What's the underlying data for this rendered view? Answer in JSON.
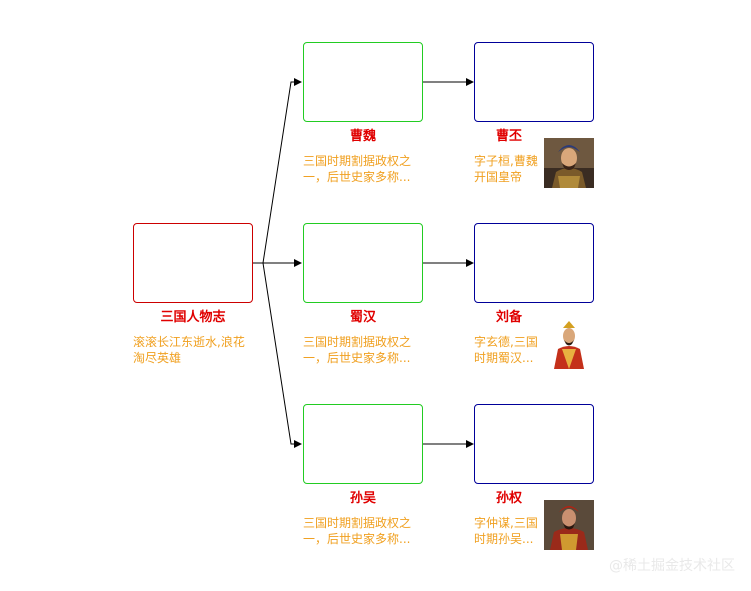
{
  "root": {
    "title": "三国人物志",
    "desc": "滚滚长江东逝水,浪花淘尽英雄"
  },
  "kingdoms": [
    {
      "title": "曹魏",
      "desc": "三国时期割据政权之一，后世史家多称..."
    },
    {
      "title": "蜀汉",
      "desc": "三国时期割据政权之一，后世史家多称..."
    },
    {
      "title": "孙吴",
      "desc": "三国时期割据政权之一，后世史家多称..."
    }
  ],
  "rulers": [
    {
      "title": "曹丕",
      "desc": "字子桓,曹魏开国皇帝",
      "portrait": "caopi-portrait-icon"
    },
    {
      "title": "刘备",
      "desc": "字玄德,三国时期蜀汉...",
      "portrait": "liubei-portrait-icon"
    },
    {
      "title": "孙权",
      "desc": "字仲谋,三国时期孙吴...",
      "portrait": "sunquan-portrait-icon"
    }
  ],
  "watermark": "@稀土掘金技术社区",
  "colors": {
    "root_border": "#cc0000",
    "kingdom_border": "#22cc22",
    "ruler_border": "#000099",
    "title_text": "#e00000",
    "desc_text": "#f0a020"
  }
}
